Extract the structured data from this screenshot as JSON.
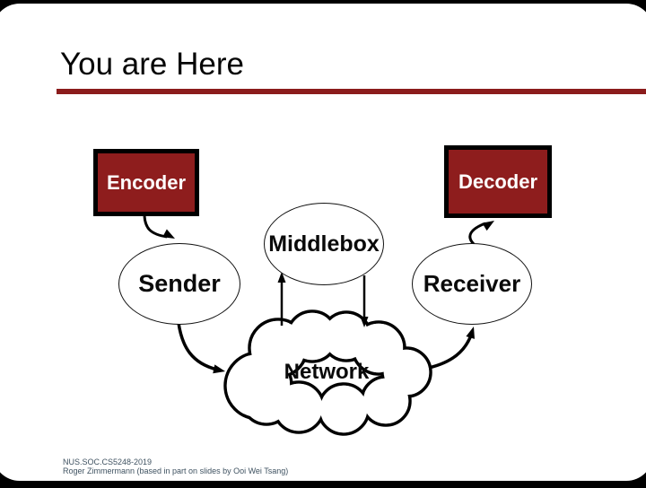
{
  "slide": {
    "title": "You are Here",
    "accent_color": "#8b1c1c",
    "box_fill_color": "#8e1d1d",
    "diagram": {
      "encoder_label": "Encoder",
      "decoder_label": "Decoder",
      "sender_label": "Sender",
      "receiver_label": "Receiver",
      "middlebox_label": "Middlebox",
      "network_label": "Network"
    },
    "footer": {
      "line1": "NUS.SOC.CS5248-2019",
      "line2": "Roger Zimmermann (based in part on slides by Ooi Wei Tsang)"
    }
  }
}
